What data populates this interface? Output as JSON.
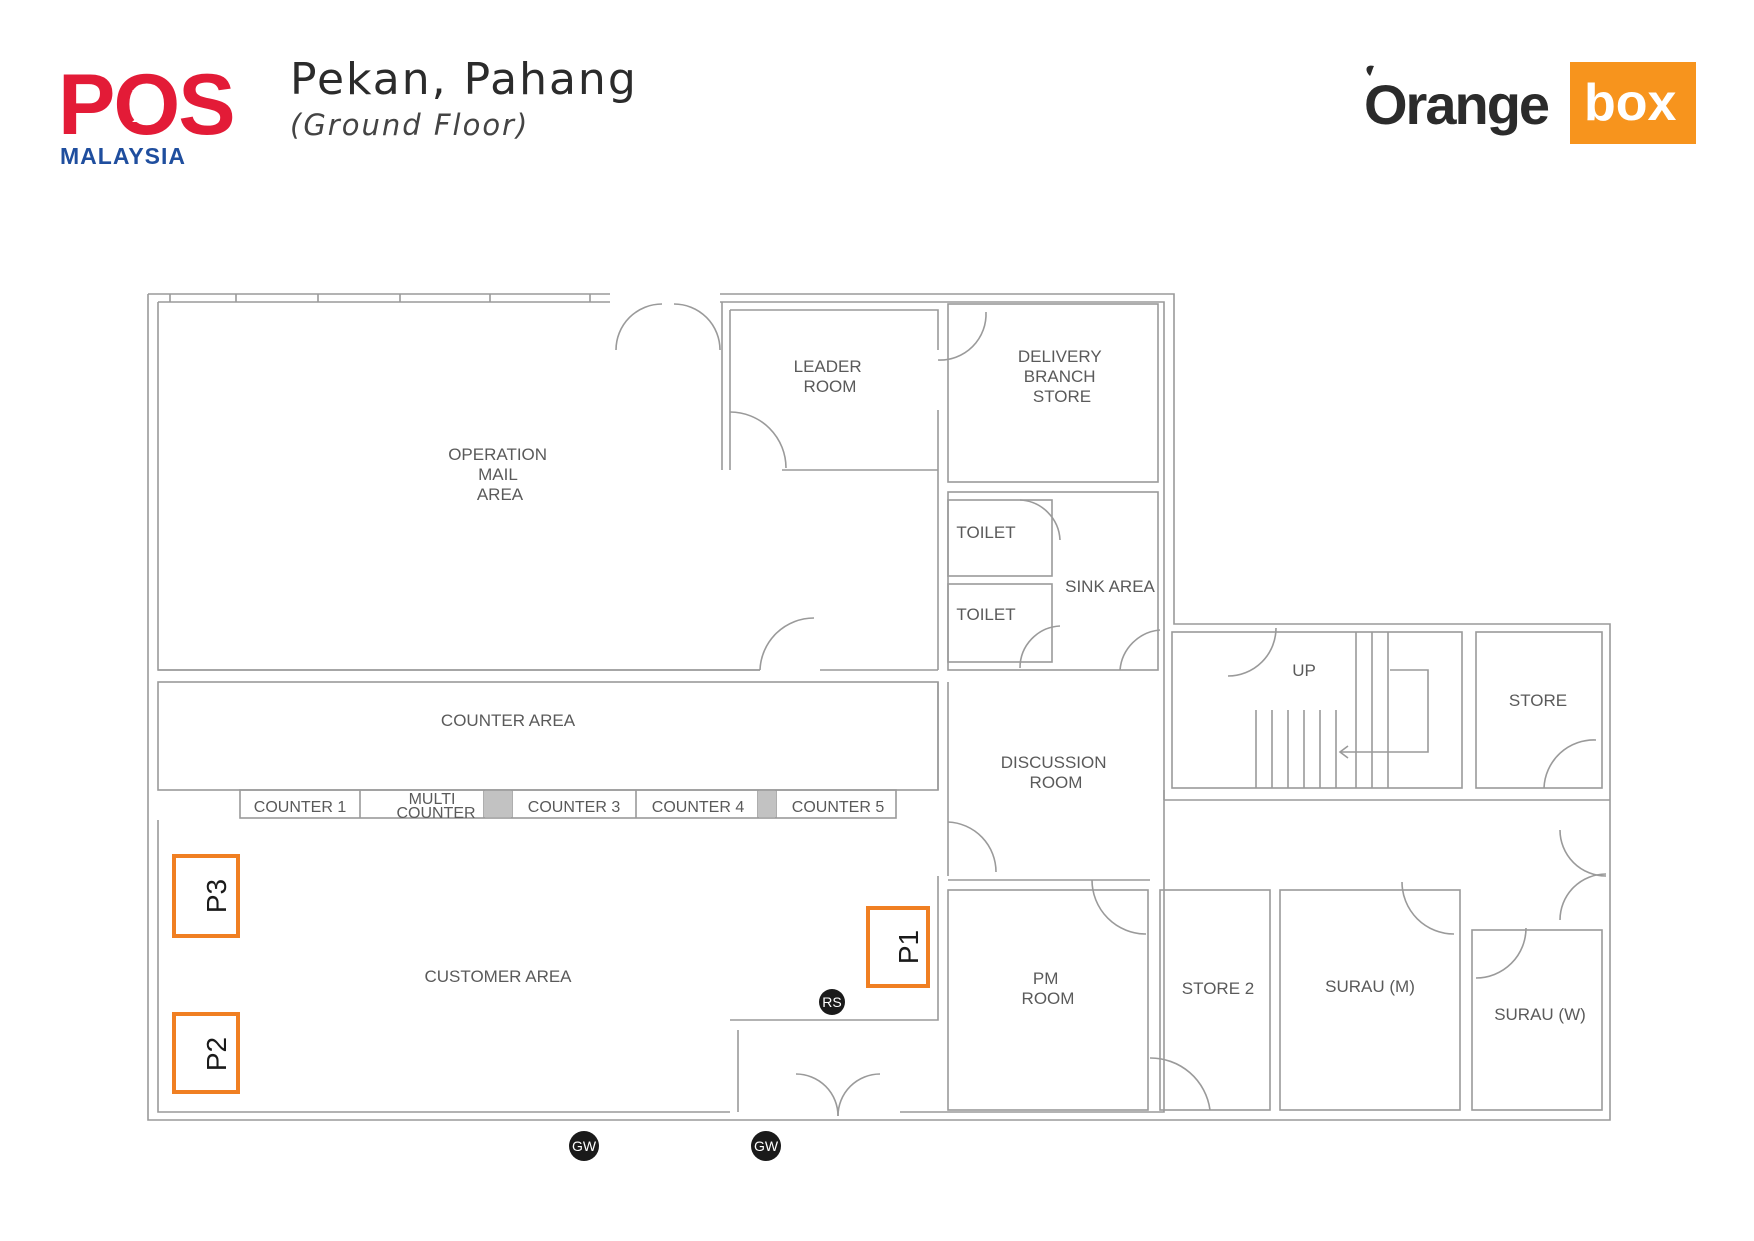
{
  "header": {
    "title": "Pekan, Pahang",
    "subtitle": "(Ground Floor)"
  },
  "logos": {
    "pos": {
      "wordmark": "POS",
      "tagline": "MALAYSIA",
      "color": "#e31b37",
      "tagline_color": "#1f4e9e"
    },
    "orangebox": {
      "word1": "Orange",
      "word2": "box",
      "accent": "#f7941d"
    }
  },
  "rooms": {
    "operation_mail_area": [
      "OPERATION",
      "MAIL",
      "AREA"
    ],
    "leader_room": [
      "LEADER",
      "ROOM"
    ],
    "delivery_branch_store": [
      "DELIVERY",
      "BRANCH",
      "STORE"
    ],
    "toilet_1": "TOILET",
    "toilet_2": "TOILET",
    "sink_area": "SINK AREA",
    "counter_area": "COUNTER AREA",
    "up": "UP",
    "store": "STORE",
    "discussion_room": [
      "DISCUSSION",
      "ROOM"
    ],
    "customer_area": "CUSTOMER AREA",
    "pm_room": [
      "PM",
      "ROOM"
    ],
    "store_2": "STORE 2",
    "surau_m": "SURAU (M)",
    "surau_w": "SURAU (W)"
  },
  "counters": [
    "COUNTER 1",
    "MULTI",
    "COUNTER",
    "COUNTER 3",
    "COUNTER 4",
    "COUNTER 5"
  ],
  "markers": {
    "placements": [
      "P1",
      "P2",
      "P3"
    ],
    "placement_color": "#f07f22",
    "rs": "RS",
    "gw": [
      "GW",
      "GW"
    ]
  }
}
